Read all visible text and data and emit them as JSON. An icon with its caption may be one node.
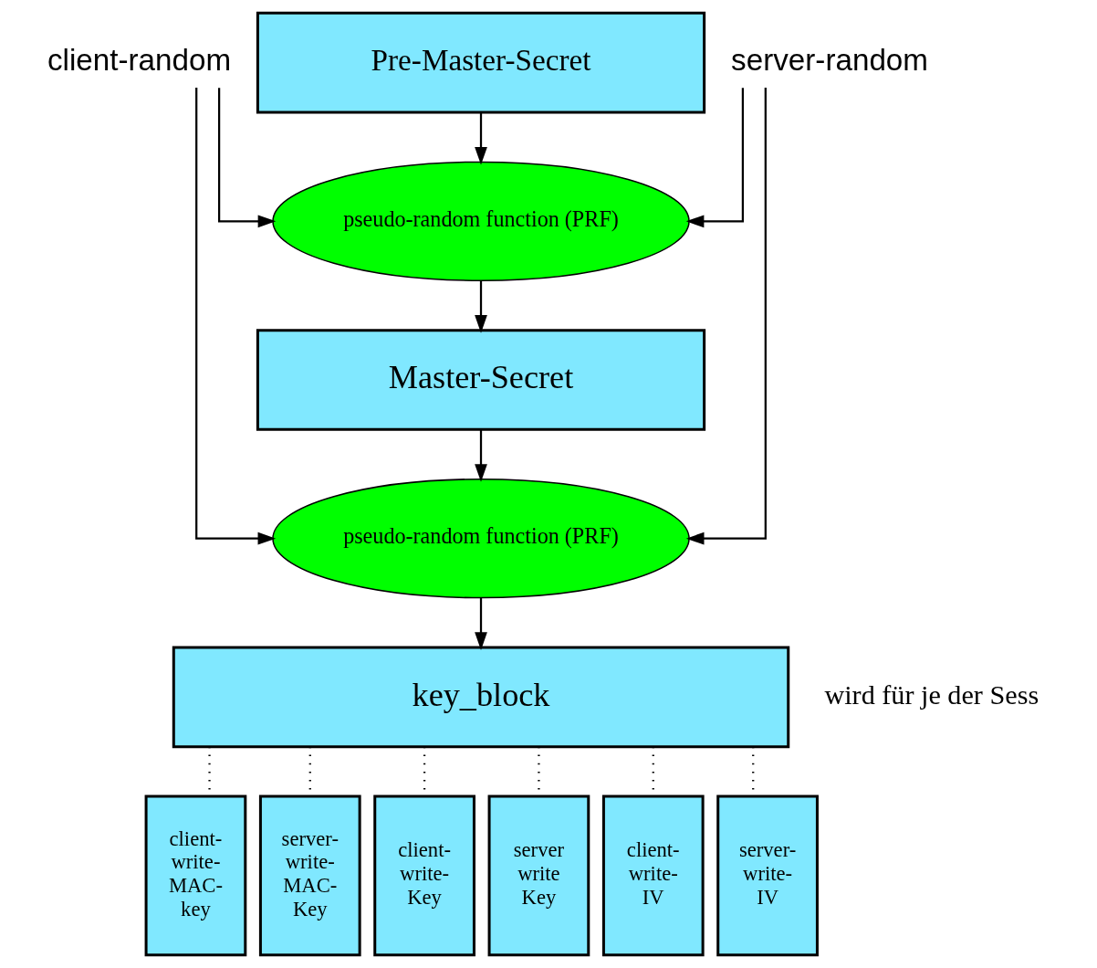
{
  "diagram": {
    "nodes": [
      {
        "text": [
          "client-random"
        ]
      },
      {
        "text": [
          "Pre-Master-Secret"
        ]
      },
      {
        "text": [
          "server-random"
        ]
      },
      {
        "text": [
          "pseudo-random function (PRF)"
        ]
      },
      {
        "text": [
          "Master-Secret"
        ]
      },
      {
        "text": [
          "pseudo-random function (PRF)"
        ]
      },
      {
        "text": [
          "key_block"
        ]
      },
      {
        "text": [
          "client-write-MAC-key"
        ]
      },
      {
        "text": [
          "server-write-MAC-Key"
        ]
      },
      {
        "text": [
          "client-write-Key"
        ]
      },
      {
        "text": [
          "server write Key"
        ]
      },
      {
        "text": [
          "client-write-IV"
        ]
      },
      {
        "text": [
          "server-write-IV"
        ]
      }
    ],
    "edges": [
      {
        "from": 1,
        "to": 3,
        "arrow": "to"
      },
      {
        "from": 0,
        "to": 3,
        "arrow": "to"
      },
      {
        "from": 2,
        "to": 3,
        "arrow": "to"
      },
      {
        "from": 3,
        "to": 4,
        "arrow": "to"
      },
      {
        "from": 4,
        "to": 5,
        "arrow": "to"
      },
      {
        "from": 0,
        "to": 5,
        "arrow": "to"
      },
      {
        "from": 2,
        "to": 5,
        "arrow": "to"
      },
      {
        "from": 5,
        "to": 6,
        "arrow": "to"
      },
      {
        "from": 6,
        "to": 7,
        "arrow": "none",
        "style": "dashed"
      },
      {
        "from": 6,
        "to": 8,
        "arrow": "none",
        "style": "dashed"
      },
      {
        "from": 6,
        "to": 9,
        "arrow": "none",
        "style": "dashed"
      },
      {
        "from": 6,
        "to": 10,
        "arrow": "none",
        "style": "dashed"
      },
      {
        "from": 6,
        "to": 11,
        "arrow": "none",
        "style": "dashed"
      },
      {
        "from": 6,
        "to": 12,
        "arrow": "none",
        "style": "dashed"
      }
    ],
    "labels": [
      "wird für je der Sess"
    ]
  }
}
